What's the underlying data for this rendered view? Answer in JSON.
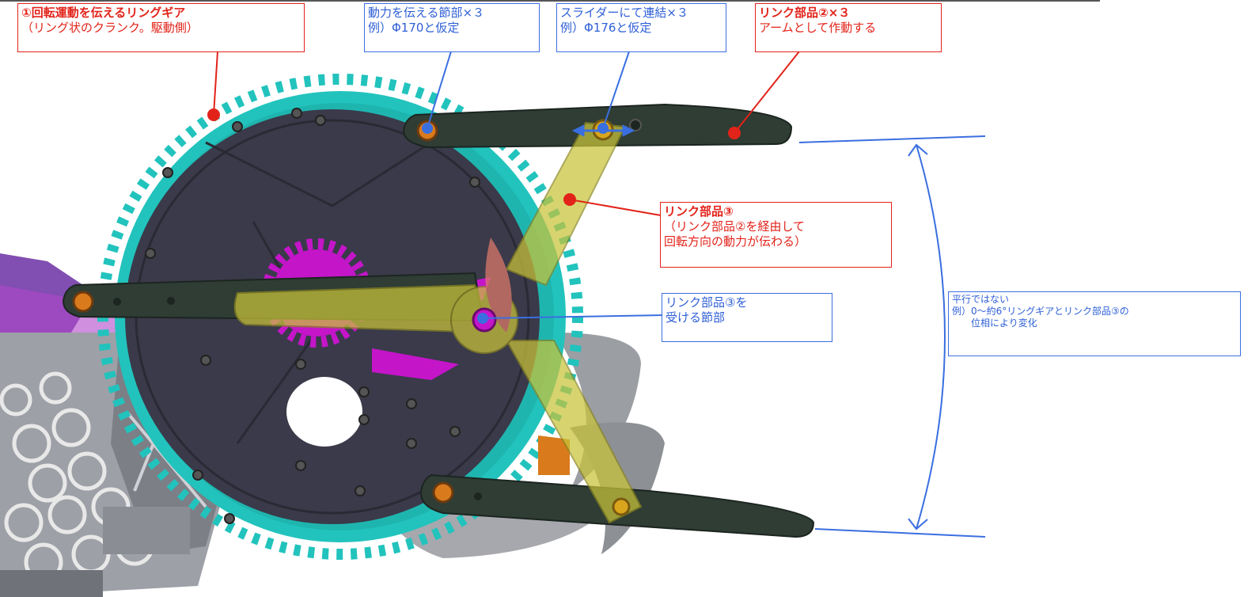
{
  "callouts": {
    "ring_gear": {
      "title": "①回転運動を伝えるリングギア",
      "subtitle": "（リング状のクランク。駆動側）"
    },
    "joint_170": {
      "line1": "動力を伝える節部×３",
      "line2": "例）Φ170と仮定"
    },
    "slider_176": {
      "line1": "スライダーにて連結×３",
      "line2": "例）Φ176と仮定"
    },
    "link2": {
      "title": "リンク部品②×３",
      "line2": "アームとして作動する"
    },
    "link3": {
      "title": "リンク部品③",
      "line2": "（リンク部品②を経由して",
      "line3": "回転方向の動力が伝わる）"
    },
    "link3_joint": {
      "line1": "リンク部品③を",
      "line2": "受ける節部"
    },
    "parallel": {
      "line1": "平行ではない",
      "line2": "例）0～約6°リングギアとリンク部品③の",
      "line3": "位相により変化"
    }
  },
  "colors": {
    "gear": "#22c3bd",
    "disk": "#3a3a4a",
    "arm": "#2f3d35",
    "link3": "#c9c43a",
    "pin": "#d97a1c",
    "magenta": "#c415c9",
    "red": "#e2231a",
    "blue": "#3a6fe0"
  }
}
